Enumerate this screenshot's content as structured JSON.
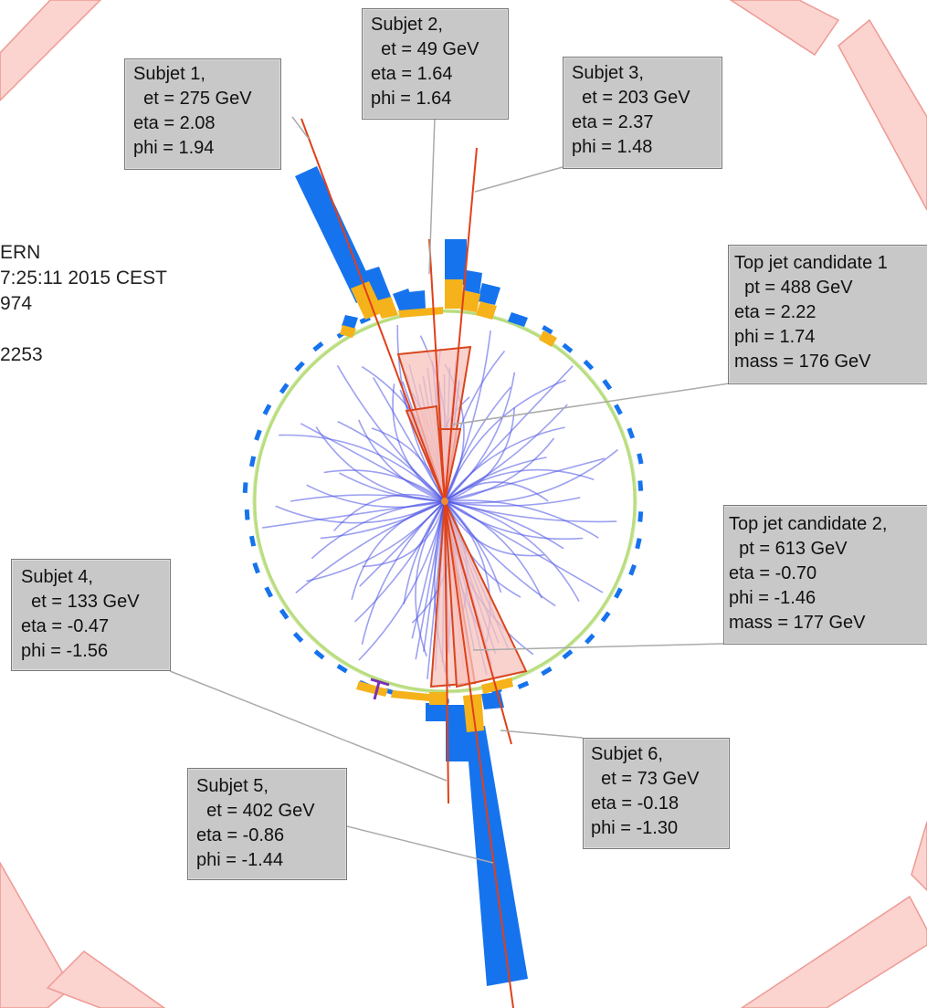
{
  "event_info": {
    "lines": [
      "ERN",
      "7:25:11 2015 CEST",
      "974",
      "",
      "2253"
    ]
  },
  "subjets": [
    {
      "id": "subjet-1",
      "title": "Subjet 1,",
      "et": "  et = 275 GeV",
      "eta": "eta = 2.08",
      "phi": "phi = 1.94"
    },
    {
      "id": "subjet-2",
      "title": "Subjet 2,",
      "et": "  et = 49 GeV",
      "eta": "eta = 1.64",
      "phi": "phi = 1.64"
    },
    {
      "id": "subjet-3",
      "title": "Subjet 3,",
      "et": "  et = 203 GeV",
      "eta": "eta = 2.37",
      "phi": "phi = 1.48"
    },
    {
      "id": "subjet-4",
      "title": "Subjet 4,",
      "et": "  et = 133 GeV",
      "eta": "eta = -0.47",
      "phi": "phi = -1.56"
    },
    {
      "id": "subjet-5",
      "title": "Subjet 5,",
      "et": "  et = 402 GeV",
      "eta": "eta = -0.86",
      "phi": "phi = -1.44"
    },
    {
      "id": "subjet-6",
      "title": "Subjet 6,",
      "et": "  et = 73 GeV",
      "eta": "eta = -0.18",
      "phi": "phi = -1.30"
    }
  ],
  "top_candidates": [
    {
      "title": "Top jet candidate 1",
      "pt": "  pt = 488 GeV",
      "eta": "eta = 2.22",
      "phi": "phi = 1.74",
      "mass": "mass = 176 GeV"
    },
    {
      "title": "Top jet candidate 2,",
      "pt": "  pt = 613 GeV",
      "eta": "eta = -0.70",
      "phi": "phi = -1.46",
      "mass": "mass = 177 GeV"
    }
  ],
  "colors": {
    "track": "#4a52e6",
    "jet_line": "#e0401a",
    "em_tower": "#1673ee",
    "had_tower": "#f5b21a",
    "cone_fill": "#f7c3bd",
    "cone_stroke": "#d8461e",
    "detector_block": "#fbd3cf",
    "detector_stroke": "#ee9a94",
    "inner_ring": "#b8dd7e",
    "muon": "#7a2fb5"
  }
}
